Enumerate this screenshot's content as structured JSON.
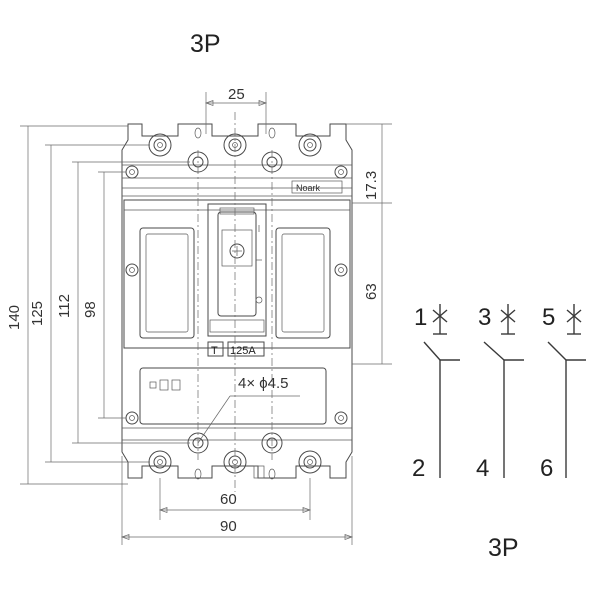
{
  "title": "3P",
  "schematic": {
    "label": "3P",
    "poles": [
      {
        "top": "1",
        "bottom": "2"
      },
      {
        "top": "3",
        "bottom": "4"
      },
      {
        "top": "5",
        "bottom": "6"
      }
    ]
  },
  "device": {
    "brand": "Noark",
    "rating": "125A",
    "symbol": "T",
    "hole_note": "4× ϕ4.5"
  },
  "dimensions": {
    "width_total": "90",
    "width_mount": "60",
    "pole_pitch": "25",
    "height_total": "140",
    "height_125": "125",
    "height_112": "112",
    "height_98": "98",
    "right_top": "17.3",
    "right_mid": "63"
  }
}
